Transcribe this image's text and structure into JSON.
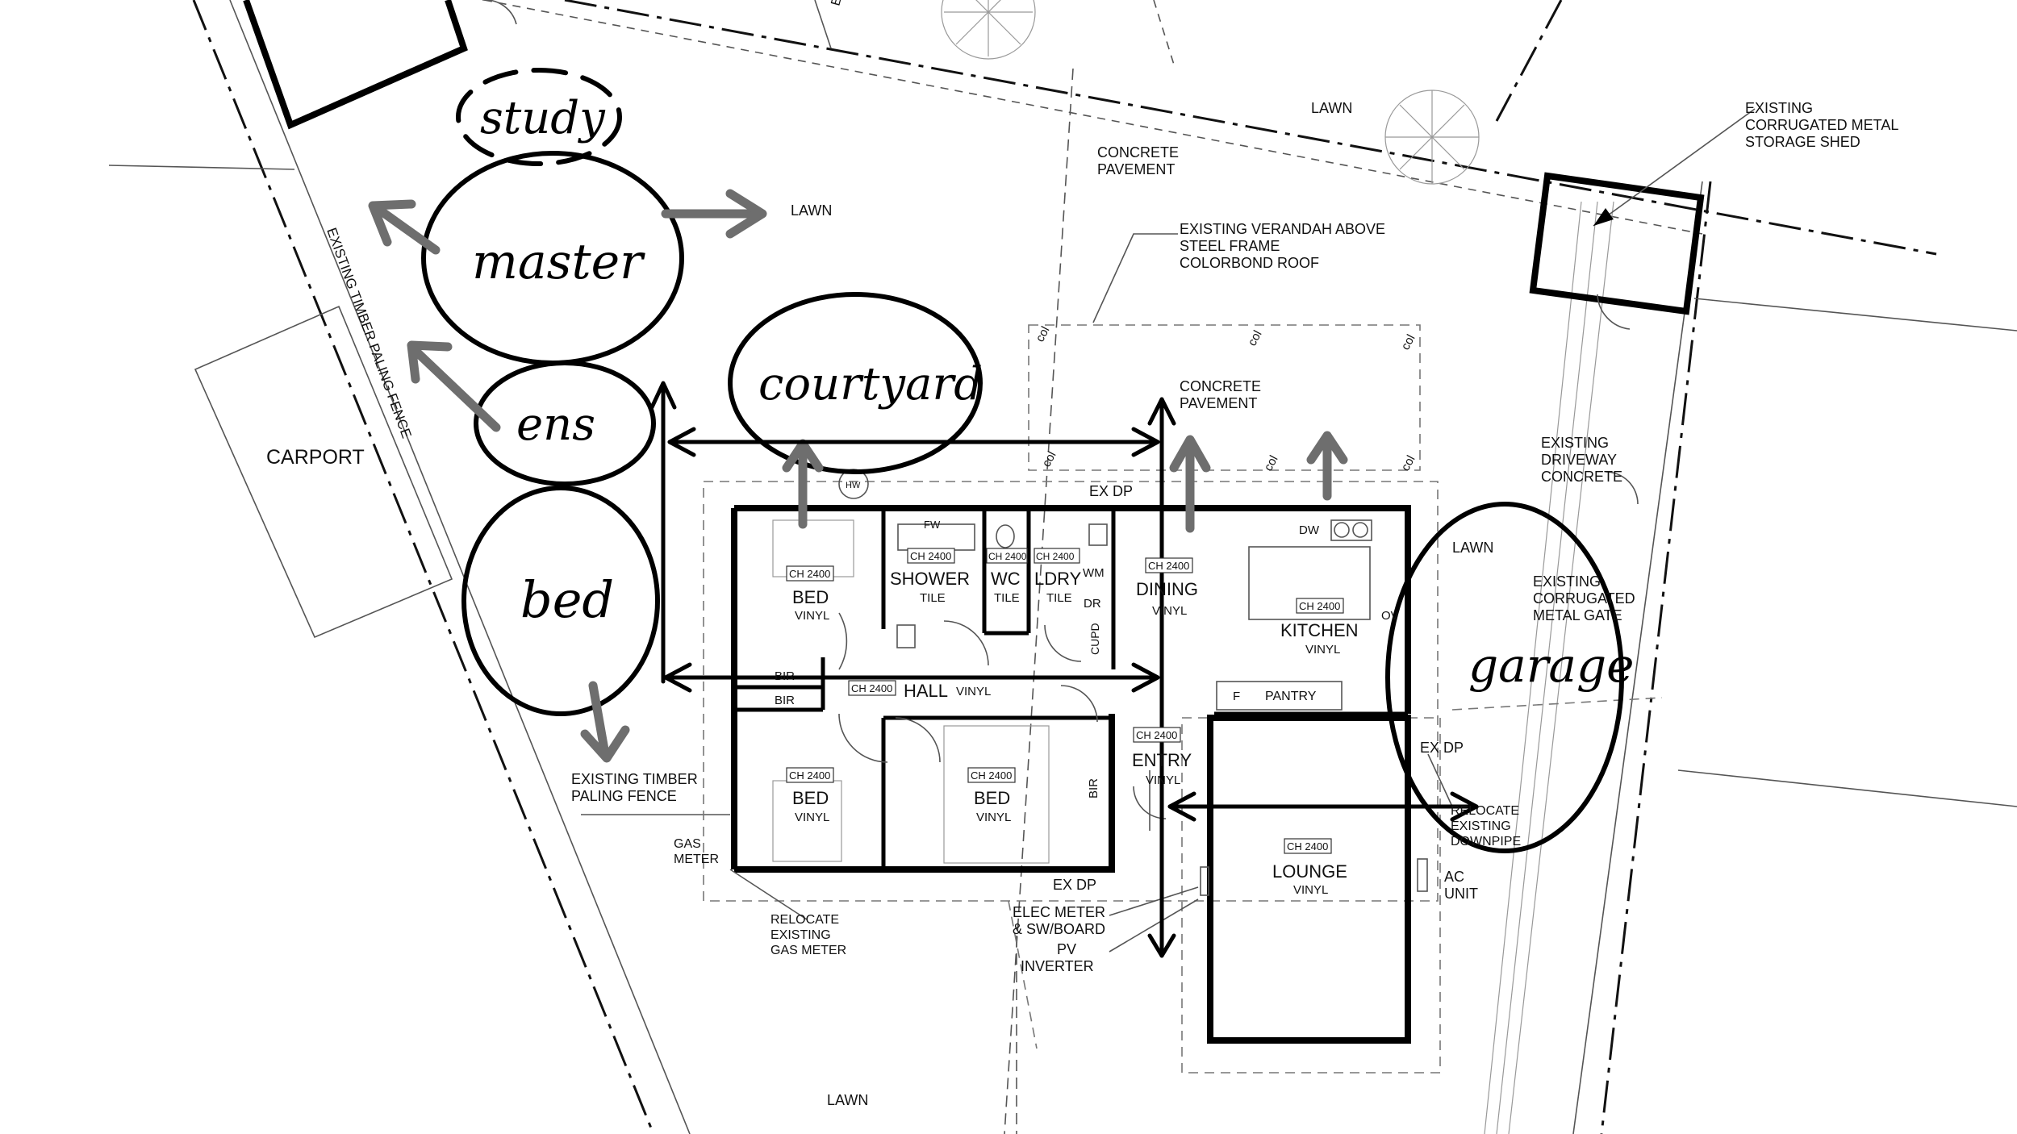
{
  "sketch_labels": {
    "study": "study",
    "master": "master",
    "courtyard": "courtyard",
    "ens": "ens",
    "bed": "bed",
    "garage": "garage"
  },
  "site_labels": {
    "lawn_top": "LAWN",
    "lawn_left": "LAWN",
    "lawn_bottom": "LAWN",
    "lawn_right": "LAWN",
    "concrete_pavement_top_1": "CONCRETE",
    "concrete_pavement_top_2": "PAVEMENT",
    "verandah_1": "EXISTING VERANDAH ABOVE",
    "verandah_2": "STEEL FRAME",
    "verandah_3": "COLORBOND ROOF",
    "concrete_pavement_mid_1": "CONCRETE",
    "concrete_pavement_mid_2": "PAVEMENT",
    "shed_1": "EXISTING",
    "shed_2": "CORRUGATED METAL",
    "shed_3": "STORAGE SHED",
    "driveway_1": "EXISTING",
    "driveway_2": "DRIVEWAY",
    "driveway_3": "CONCRETE",
    "gate_1": "EXISTING",
    "gate_2": "CORRUGATED",
    "gate_3": "METAL GATE",
    "carport": "CARPORT",
    "fence_rotated": "EXISTING TIMBER PALING FENCE",
    "fence_1": "EXISTING TIMBER",
    "fence_2": "PALING FENCE",
    "gas_meter_1": "GAS",
    "gas_meter_2": "METER",
    "relocate_gas_1": "RELOCATE",
    "relocate_gas_2": "EXISTING",
    "relocate_gas_3": "GAS METER",
    "elec_meter_1": "ELEC METER",
    "elec_meter_2": "& SW/BOARD",
    "pv_1": "PV",
    "pv_2": "INVERTER",
    "ex_dp_top": "EX DP",
    "ex_dp_bottom": "EX DP",
    "ex_dp_right": "EX DP",
    "downpipe_1": "RELOCATE",
    "downpipe_2": "EXISTING",
    "downpipe_3": "DOWNPIPE",
    "ac_1": "AC",
    "ac_2": "UNIT",
    "easement": "EASE",
    "col": "col",
    "hw": "HW"
  },
  "rooms": {
    "bed1": {
      "name": "BED",
      "floor": "VINYL",
      "ch": "CH 2400"
    },
    "shower": {
      "name": "SHOWER",
      "floor": "TILE",
      "ch": "CH 2400"
    },
    "wc": {
      "name": "WC",
      "floor": "TILE",
      "ch": "CH 2400"
    },
    "ldry": {
      "name": "LDRY",
      "floor": "TILE",
      "ch": "CH 2400"
    },
    "dining": {
      "name": "DINING",
      "floor": "VINYL",
      "ch": "CH 2400"
    },
    "kitchen": {
      "name": "KITCHEN",
      "floor": "VINYL",
      "ch": "CH 2400"
    },
    "hall": {
      "name": "HALL",
      "floor": "VINYL",
      "ch": "CH 2400"
    },
    "bed2": {
      "name": "BED",
      "floor": "VINYL",
      "ch": "CH 2400"
    },
    "bed3": {
      "name": "BED",
      "floor": "VINYL",
      "ch": "CH 2400"
    },
    "entry": {
      "name": "ENTRY",
      "floor": "VINYL",
      "ch": "CH 2400"
    },
    "lounge": {
      "name": "LOUNGE",
      "floor": "VINYL",
      "ch": "CH 2400"
    }
  },
  "fixtures": {
    "bir": "BIR",
    "fw": "FW",
    "wm": "WM",
    "dr": "DR",
    "cupd": "CUPD",
    "dw": "DW",
    "ov": "OV",
    "f": "F",
    "pantry": "PANTRY"
  }
}
